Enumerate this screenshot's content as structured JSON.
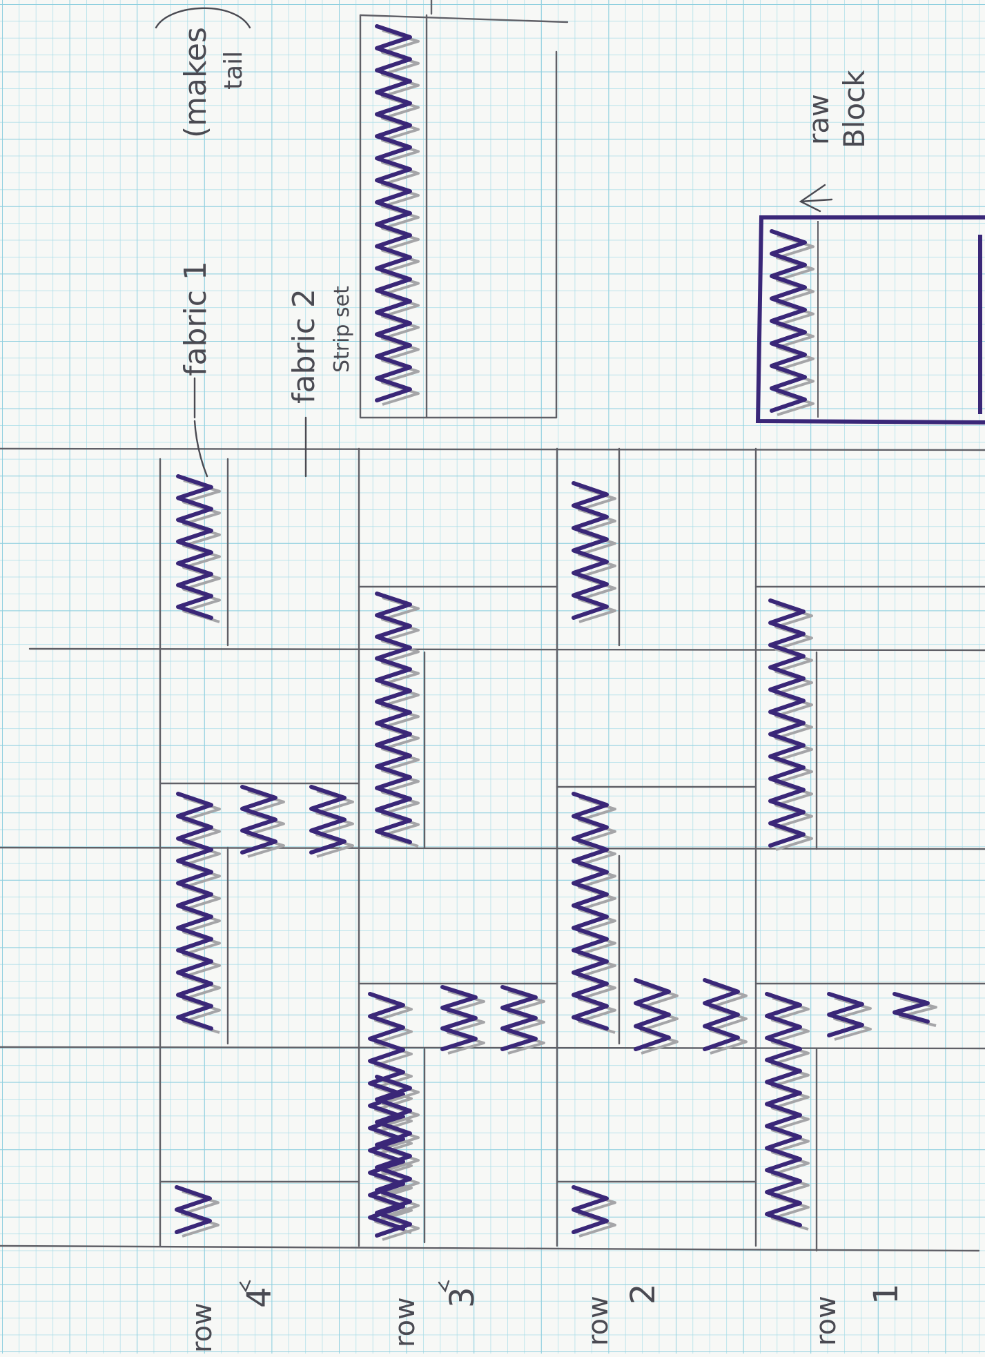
{
  "colors": {
    "paper": "#f7f8f6",
    "grid": "#a9dde8",
    "pencil": "#5f5f66",
    "ink": "#3a2778",
    "pencil_zigzag": "#a5a5a8"
  },
  "annotations": {
    "fabric1": "fabric 1",
    "fabric1_note_line1": "(makes",
    "fabric1_note_line2": "tail",
    "fabric2": "fabric 2",
    "fabric2_note": "Strip set",
    "raw_block_line1": "raw",
    "raw_block_line2": "Block"
  },
  "row_labels": [
    {
      "word": "row",
      "number": "4"
    },
    {
      "word": "row",
      "number": "3"
    },
    {
      "word": "row",
      "number": "2"
    },
    {
      "word": "row",
      "number": "1"
    }
  ]
}
